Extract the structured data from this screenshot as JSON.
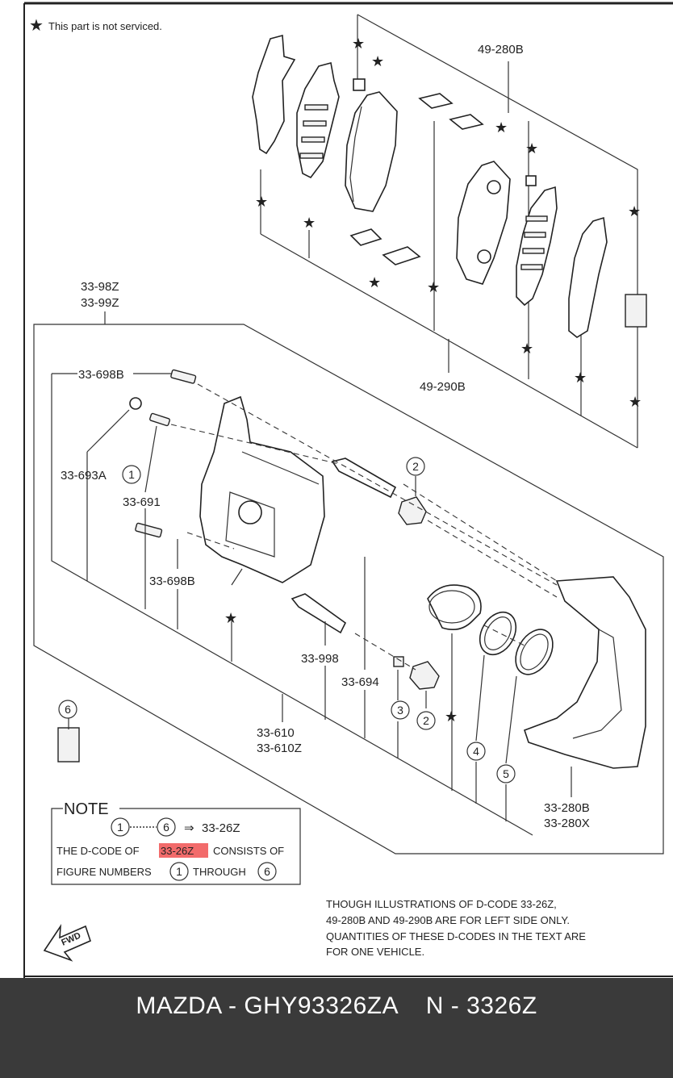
{
  "legend": {
    "star": "★",
    "text": "This part is not serviced."
  },
  "labels": {
    "l49_280b": "49-280B",
    "l49_290b": "49-290B",
    "l33_98z": "33-98Z",
    "l33_99z": "33-99Z",
    "l33_698b_top": "33-698B",
    "l33_693a": "33-693A",
    "l33_691": "33-691",
    "l33_698b_bot": "33-698B",
    "l33_998": "33-998",
    "l33_694": "33-694",
    "l33_610": "33-610",
    "l33_610z": "33-610Z",
    "l33_280b": "33-280B",
    "l33_280x": "33-280X"
  },
  "circled": {
    "c1": "1",
    "c2a": "2",
    "c2b": "2",
    "c3": "3",
    "c4": "4",
    "c5": "5",
    "c6": "6"
  },
  "note": {
    "title": "NOTE",
    "range_from": "1",
    "range_to": "6",
    "arrow": "⇒",
    "target": "33-26Z",
    "line2_pre": "THE D-CODE OF",
    "line2_code": "33-26Z",
    "line2_post": "CONSISTS OF",
    "line3_pre": "FIGURE NUMBERS",
    "line3_from": "1",
    "line3_mid": "THROUGH",
    "line3_to": "6"
  },
  "notice": {
    "line1": "THOUGH  ILLUSTRATIONS  OF  D-CODE 33-26Z,",
    "line2": "49-280B AND  49-290B ARE  FOR LEFT SIDE ONLY.",
    "line3": "QUANTITIES  OF  THESE  D-CODES  IN  THE TEXT  ARE",
    "line4": "FOR ONE  VEHICLE."
  },
  "fwd": "FWD",
  "footer": {
    "text": "MAZDA - GHY93326ZA    N - 3326Z"
  },
  "colors": {
    "highlight": "#f26b6b",
    "footer_bg": "#3a3a3a"
  }
}
